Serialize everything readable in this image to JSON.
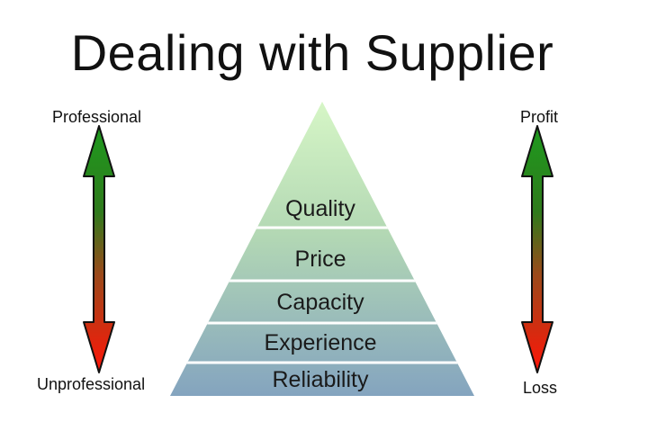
{
  "title": "Dealing with Supplier",
  "left_scale": {
    "top_label": "Professional",
    "bottom_label": "Unprofessional"
  },
  "right_scale": {
    "top_label": "Profit",
    "bottom_label": "Loss"
  },
  "pyramid": {
    "levels": [
      "Quality",
      "Price",
      "Capacity",
      "Experience",
      "Reliability"
    ]
  },
  "colors": {
    "arrow_top": "#1f8f1f",
    "arrow_bottom": "#e8160f",
    "pyramid_top": "#d2f3c4",
    "pyramid_bottom": "#86a6bd"
  },
  "icons": {
    "left": "double-headed-arrow-icon",
    "right": "double-headed-arrow-icon"
  }
}
